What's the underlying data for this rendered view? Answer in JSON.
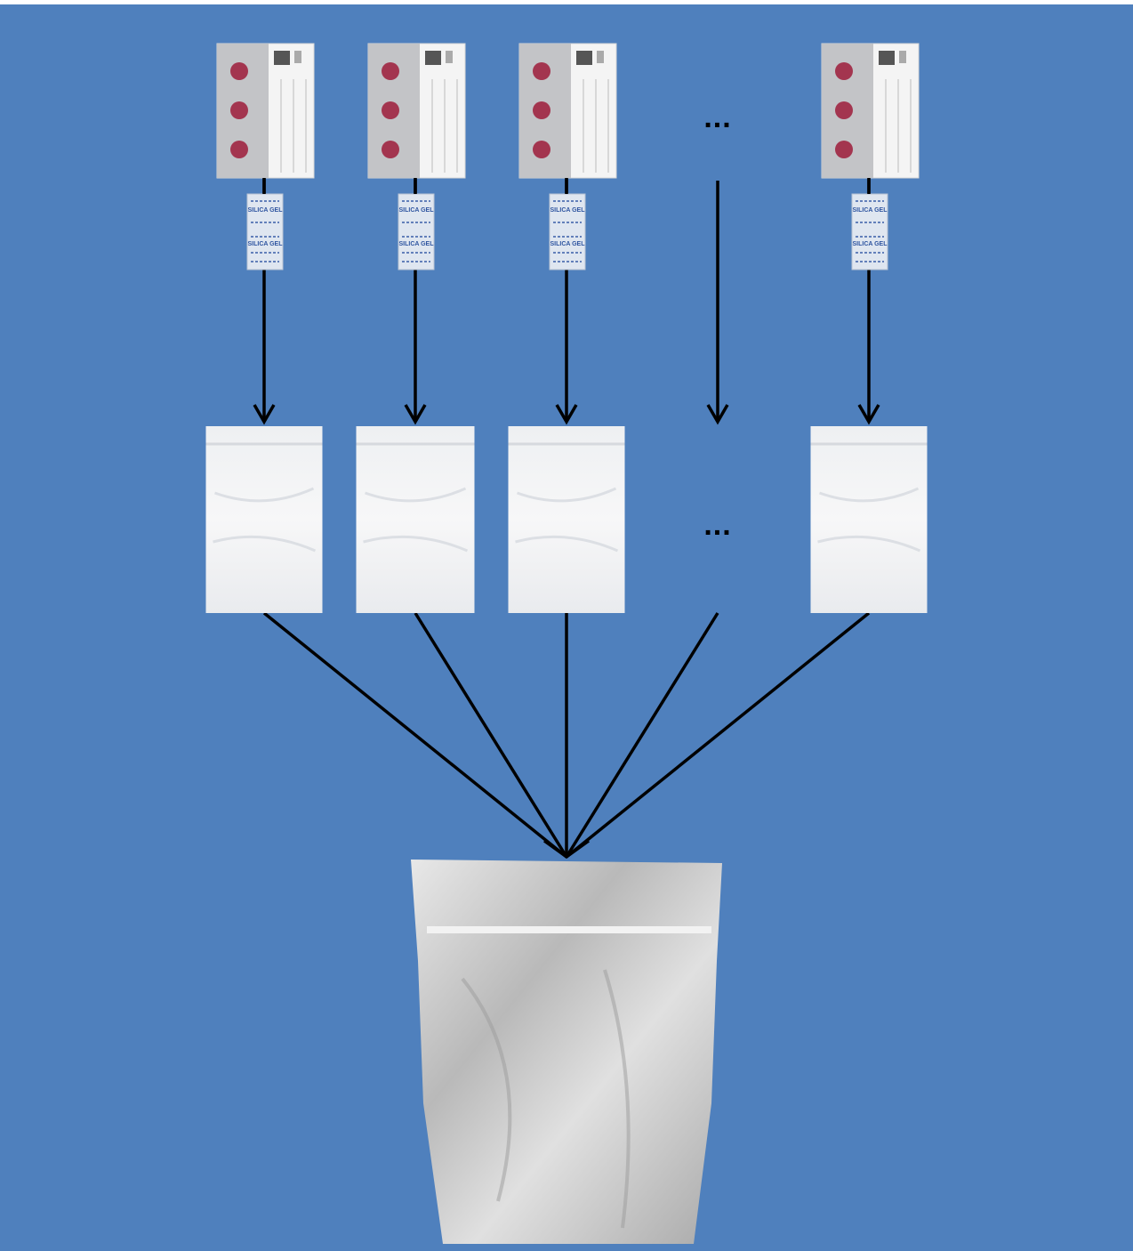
{
  "diagram": {
    "columns": [
      "card-1",
      "card-2",
      "card-3",
      "more",
      "card-n"
    ],
    "ellipsis_top": "...",
    "ellipsis_middle": "...",
    "silica_label": "SILICA GEL",
    "colors": {
      "background": "#4f80bd",
      "dot": "#a3354f",
      "card_left": "#c3c4c7",
      "arrow": "#000000"
    }
  }
}
